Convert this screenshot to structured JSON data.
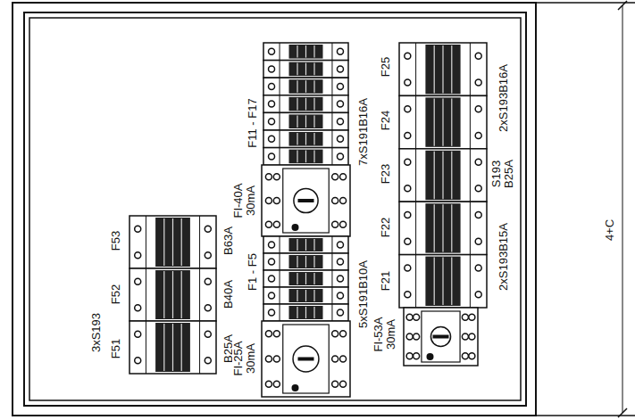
{
  "diagram": {
    "labels": [
      "3xS193",
      "F51",
      "F52",
      "F53",
      "B25A",
      "B40A",
      "B63A",
      "FI-25A 30mA",
      "F1 - F5",
      "5xS191B10A",
      "FI-40A 30mA",
      "F11 - F17",
      "7xS191B16A",
      "FI-53A 30mA",
      "F21",
      "F22",
      "F23",
      "S193 B25A",
      "F24",
      "F25",
      "2xS193B15A",
      "2xS193B16A",
      "4+C"
    ]
  }
}
